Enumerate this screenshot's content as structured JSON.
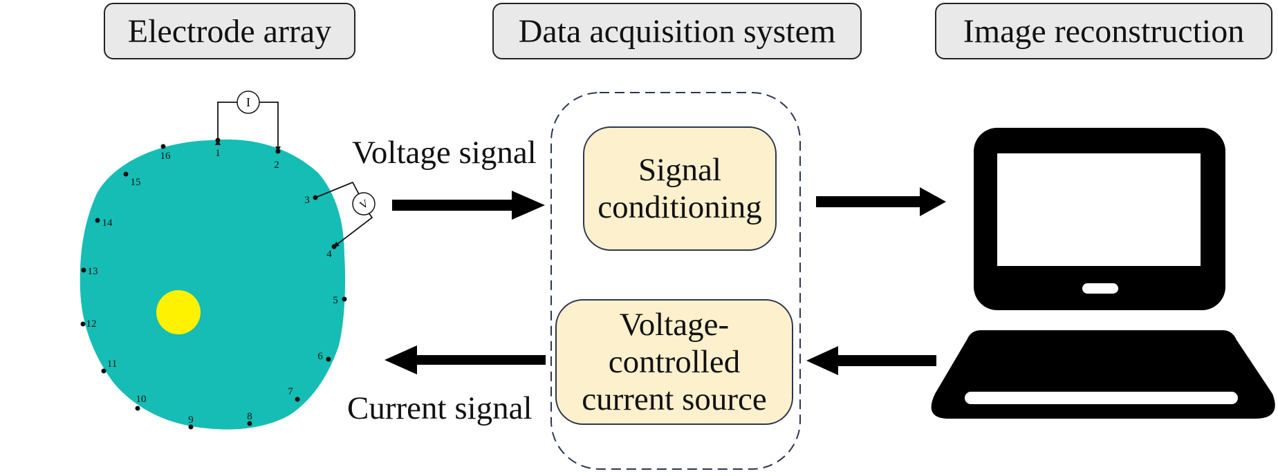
{
  "headers": {
    "electrode_array": "Electrode array",
    "data_acquisition": "Data acquisition system",
    "image_reconstruction": "Image reconstruction"
  },
  "blocks": {
    "signal_conditioning": [
      "Signal",
      "conditioning"
    ],
    "current_source": [
      "Voltage-",
      "controlled",
      "current source"
    ]
  },
  "arrow_labels": {
    "voltage": "Voltage signal",
    "current": "Current signal"
  },
  "meters": {
    "current_meter": "I",
    "voltage_meter": "V"
  },
  "electrodes": [
    "1",
    "2",
    "3",
    "4",
    "5",
    "6",
    "7",
    "8",
    "9",
    "10",
    "11",
    "12",
    "13",
    "14",
    "15",
    "16"
  ],
  "colors": {
    "body": "#15bdb5",
    "anomaly": "#fff200",
    "block_fill": "#fdf0cc",
    "header_fill": "#e9e9e9",
    "laptop": "#000000"
  }
}
